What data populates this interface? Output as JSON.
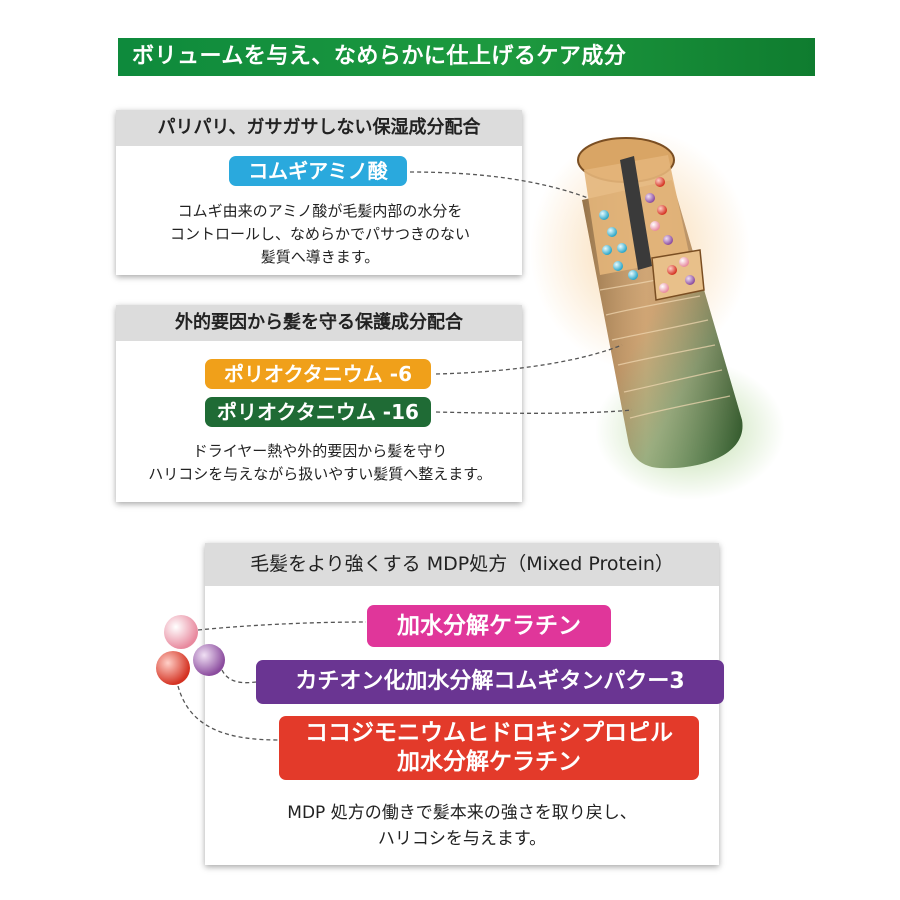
{
  "banner": {
    "title": "ボリュームを与え、なめらかに仕上げるケア成分"
  },
  "moisture": {
    "heading": "パリパリ、ガサガサしない保湿成分配合",
    "badge": "コムギアミノ酸",
    "description_lines": [
      "コムギ由来のアミノ酸が毛髪内部の水分を",
      "コントロールし、なめらかでパサつきのない",
      "髪質へ導きます。"
    ]
  },
  "protect": {
    "heading": "外的要因から髪を守る保護成分配合",
    "badges": [
      "ポリオクタニウム -6",
      "ポリオクタニウム -16"
    ],
    "description_lines": [
      "ドライヤー熱や外的要因から髪を守り",
      "ハリコシを与えながら扱いやすい髪質へ整えます。"
    ]
  },
  "mdp": {
    "heading": "毛髪をより強くする MDP処方（Mixed Protein）",
    "badges": [
      "加水分解ケラチン",
      "カチオン化加水分解コムギタンパクー3",
      "ココジモニウムヒドロキシプロピル",
      "加水分解ケラチン"
    ],
    "description_lines": [
      "MDP 処方の働きで髪本来の強さを取り戻し、",
      "ハリコシを与えます。"
    ]
  },
  "colors": {
    "banner_green": "#0e8a3c",
    "wheat_blue": "#2aa9dd",
    "orange": "#f0a01a",
    "dark_green": "#1f6b35",
    "magenta": "#e0369a",
    "purple": "#6a3592",
    "red": "#e33a2a"
  }
}
